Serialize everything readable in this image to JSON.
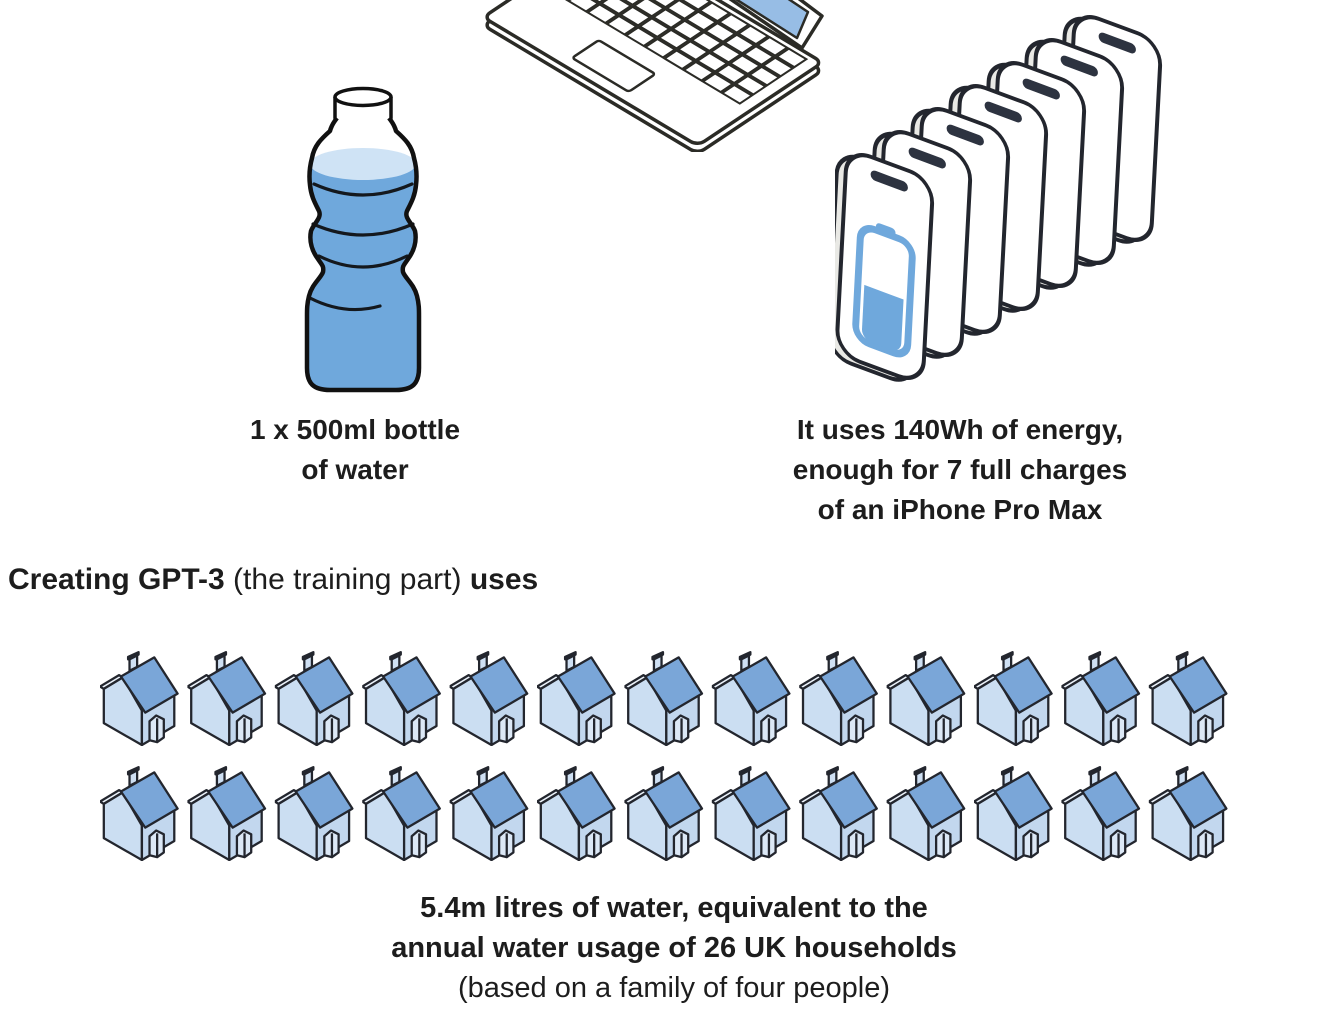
{
  "page": {
    "background": "#ffffff"
  },
  "heading": {
    "parts": [
      {
        "text": "Creating GPT-3",
        "bold": true
      },
      {
        "text": " (the training part) ",
        "bold": false
      },
      {
        "text": "uses",
        "bold": true
      }
    ]
  },
  "sections": {
    "bottle": {
      "illustration": "water-bottle",
      "caption_lines": [
        "1 x 500ml bottle",
        "of water"
      ]
    },
    "energy": {
      "illustration": "iphone-stack-with-battery",
      "phone_count": 7,
      "caption_lines": [
        "It uses 140Wh of energy,",
        "enough for 7 full charges",
        "of an iPhone Pro Max"
      ]
    },
    "laptop": {
      "illustration": "laptop-keyboard-partial"
    },
    "households": {
      "house_count": 26,
      "rows": 2,
      "houses_per_row": 13,
      "caption_bold_lines": [
        "5.4m litres of water, equivalent to the",
        "annual water usage of 26 UK households"
      ],
      "caption_regular": "(based on a family of four people)"
    }
  },
  "colors": {
    "illustration_blue": "#6fa8dc",
    "water_surface_blue": "#cfe3f5",
    "screen_blue": "#97bde5",
    "house_roof_blue": "#7aa6d8",
    "house_wall_blue": "#cbdef2",
    "outline_dark": "#23262e",
    "text": "#1d1d1d"
  }
}
